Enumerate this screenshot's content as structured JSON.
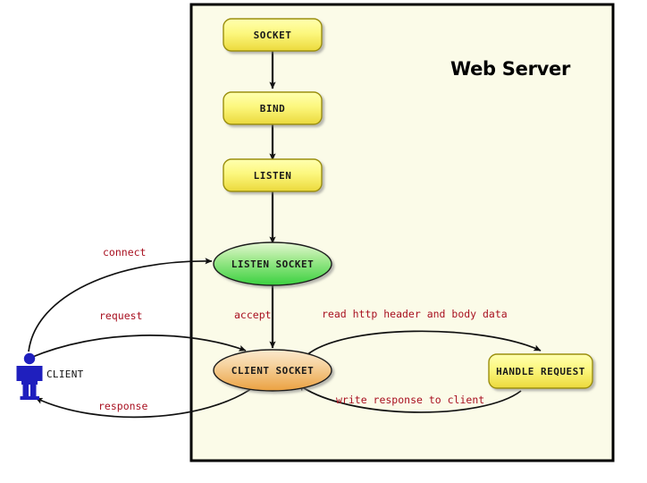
{
  "diagram": {
    "title": "Web Server",
    "container": {
      "name": "web-server-boundary",
      "fill": "#fbfbe8",
      "border": "#000000"
    },
    "nodes": [
      {
        "id": "socket",
        "label": "SOCKET",
        "shape": "rounded-rect",
        "fill_top": "#fdfd9a",
        "fill_bottom": "#eddc42",
        "stroke": "#9b8f10"
      },
      {
        "id": "bind",
        "label": "BIND",
        "shape": "rounded-rect",
        "fill_top": "#fdfd9a",
        "fill_bottom": "#eddc42",
        "stroke": "#9b8f10"
      },
      {
        "id": "listen",
        "label": "LISTEN",
        "shape": "rounded-rect",
        "fill_top": "#fdfd9a",
        "fill_bottom": "#eddc42",
        "stroke": "#9b8f10"
      },
      {
        "id": "listen_socket",
        "label": "LISTEN SOCKET",
        "shape": "ellipse",
        "fill_top": "#ddf5c8",
        "fill_bottom": "#44d44a",
        "stroke": "#1a1a1a"
      },
      {
        "id": "client_socket",
        "label": "CLIENT SOCKET",
        "shape": "ellipse",
        "fill_top": "#f8e0b8",
        "fill_bottom": "#eda646",
        "stroke": "#1a1a1a"
      },
      {
        "id": "handle_request",
        "label": "HANDLE REQUEST",
        "shape": "rounded-rect",
        "fill_top": "#fdfd9a",
        "fill_bottom": "#eddc42",
        "stroke": "#9b8f10"
      }
    ],
    "actor": {
      "id": "client",
      "label": "CLIENT",
      "color": "#1f1fbe"
    },
    "edges": [
      {
        "id": "socket-to-bind",
        "label": "",
        "from": "socket",
        "to": "bind"
      },
      {
        "id": "bind-to-listen",
        "label": "",
        "from": "bind",
        "to": "listen"
      },
      {
        "id": "listen-to-listen-socket",
        "label": "",
        "from": "listen",
        "to": "listen_socket"
      },
      {
        "id": "client-to-listen-socket",
        "label": "connect",
        "from": "client",
        "to": "listen_socket"
      },
      {
        "id": "client-to-client-socket",
        "label": "request",
        "from": "client",
        "to": "client_socket"
      },
      {
        "id": "listen-socket-to-client-socket",
        "label": "accept",
        "from": "listen_socket",
        "to": "client_socket"
      },
      {
        "id": "client-socket-to-handle",
        "label": "read http header and body data",
        "from": "client_socket",
        "to": "handle_request"
      },
      {
        "id": "handle-to-client-socket",
        "label": "write response to client",
        "from": "handle_request",
        "to": "client_socket"
      },
      {
        "id": "client-socket-to-client",
        "label": "response",
        "from": "client_socket",
        "to": "client"
      }
    ],
    "edge_label_color": "#a81020"
  }
}
